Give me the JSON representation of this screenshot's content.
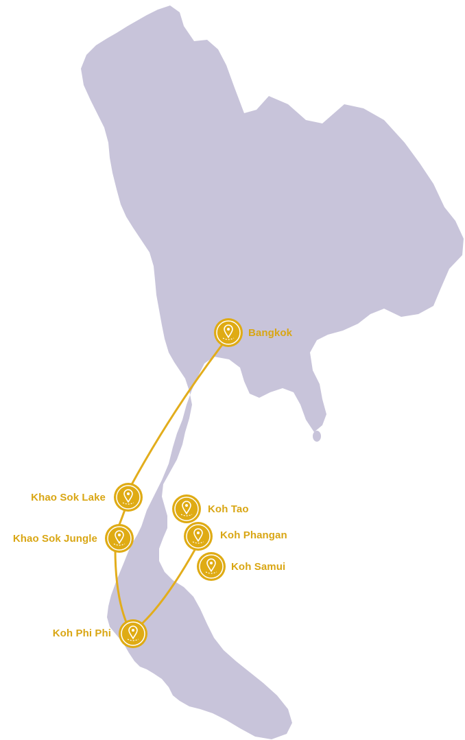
{
  "colors": {
    "land": "#c8c4da",
    "route": "#e2ad1c",
    "marker": "#dfab14",
    "marker_ring": "#ffffff",
    "label": "#d9a614",
    "background": "#ffffff"
  },
  "map": {
    "country": "Thailand",
    "icon": "map-pin-icon"
  },
  "locations": [
    {
      "id": "bangkok",
      "name": "Bangkok"
    },
    {
      "id": "khao-sok-lake",
      "name": "Khao Sok Lake"
    },
    {
      "id": "khao-sok-jungle",
      "name": "Khao Sok Jungle"
    },
    {
      "id": "koh-phi-phi",
      "name": "Koh Phi Phi"
    },
    {
      "id": "koh-tao",
      "name": "Koh Tao"
    },
    {
      "id": "koh-phangan",
      "name": "Koh Phangan"
    },
    {
      "id": "koh-samui",
      "name": "Koh Samui"
    }
  ]
}
